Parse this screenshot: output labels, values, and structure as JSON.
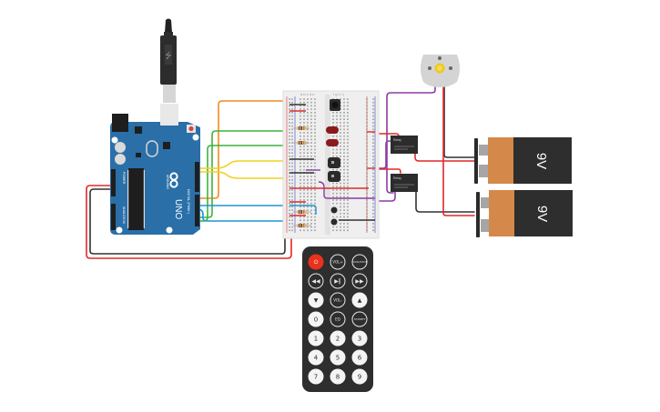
{
  "canvas": {
    "title": "Arduino IR remote relay motor circuit",
    "background": "#ffffff"
  },
  "arduino": {
    "board_label": "UNO",
    "brand": "ARDUINO",
    "digital_label": "DIGITAL (PWM~)",
    "analog_label": "ANALOG IN",
    "power_label": "POWER",
    "power_pins": [
      "IOREF",
      "RESET",
      "3.3V",
      "5V",
      "GND",
      "GND",
      "Vin"
    ],
    "analog_pins": [
      "A0",
      "A1",
      "A2",
      "A3",
      "A4",
      "A5"
    ],
    "top_pins": [
      "AREF",
      "GND",
      "13",
      "12",
      "~11",
      "~10",
      "~9",
      "8"
    ],
    "bottom_pins": [
      "7",
      "~6",
      "~5",
      "4",
      "~3",
      "2",
      "TX 1",
      "RX 0"
    ],
    "color": "#2a6fa8"
  },
  "usb_cable": {
    "icon": "usb-icon"
  },
  "breadboard": {
    "column_labels_left": [
      "a",
      "b",
      "c",
      "d",
      "e"
    ],
    "column_labels_right": [
      "f",
      "g",
      "h",
      "i",
      "j"
    ],
    "rail_plus": "+",
    "rail_minus": "-"
  },
  "components": {
    "ir_receiver": "IR receiver",
    "leds": [
      "red LED",
      "red LED"
    ],
    "transistors": [
      "NPN transistor",
      "NPN transistor"
    ],
    "buttons": [
      "pushbutton",
      "pushbutton"
    ],
    "relays": [
      {
        "label": "Relay"
      },
      {
        "label": "Relay"
      }
    ],
    "motor": "DC motor",
    "batteries": [
      {
        "label": "9V"
      },
      {
        "label": "9V"
      }
    ]
  },
  "remote": {
    "buttons": [
      {
        "label": "power",
        "icon": "power-icon",
        "color": "#e8321e"
      },
      {
        "label": "VOL+"
      },
      {
        "label": "FUNC/STOP"
      },
      {
        "label": "prev",
        "icon": "rewind-icon"
      },
      {
        "label": "play-pause",
        "icon": "play-pause-icon"
      },
      {
        "label": "next",
        "icon": "fast-forward-icon"
      },
      {
        "label": "down",
        "icon": "down-triangle-icon"
      },
      {
        "label": "VOL-"
      },
      {
        "label": "up",
        "icon": "up-triangle-icon"
      },
      {
        "label": "0"
      },
      {
        "label": "EQ"
      },
      {
        "label": "ST/REPT"
      },
      {
        "label": "1"
      },
      {
        "label": "2"
      },
      {
        "label": "3"
      },
      {
        "label": "4"
      },
      {
        "label": "5"
      },
      {
        "label": "6"
      },
      {
        "label": "7"
      },
      {
        "label": "8"
      },
      {
        "label": "9"
      }
    ]
  },
  "wire_colors": {
    "orange": "#f08c1e",
    "green": "#3cb43c",
    "yellow": "#f0d21e",
    "blue": "#1e96d2",
    "red": "#e02828",
    "black": "#323232",
    "purple": "#8c3ca0"
  }
}
